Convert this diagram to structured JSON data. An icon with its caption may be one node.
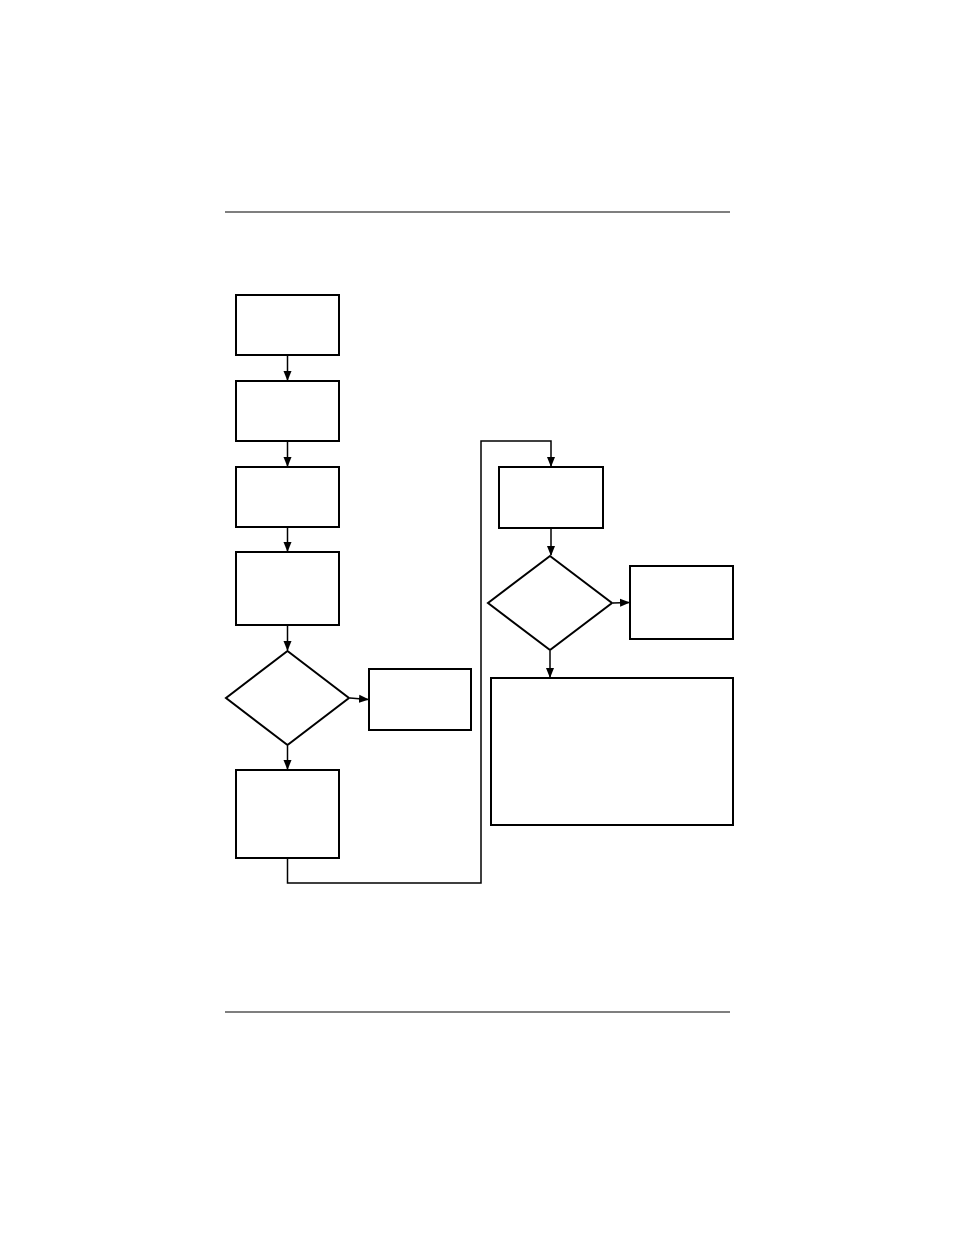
{
  "diagram": {
    "nodes": [
      {
        "text": [],
        "shape": "box"
      },
      {
        "text": [],
        "shape": "box"
      },
      {
        "text": [],
        "shape": "box"
      },
      {
        "text": [],
        "shape": "box"
      },
      {
        "text": [],
        "shape": "diamond"
      },
      {
        "text": [],
        "shape": "box"
      },
      {
        "text": [],
        "shape": "box"
      },
      {
        "text": [],
        "shape": "box"
      },
      {
        "text": [],
        "shape": "diamond"
      },
      {
        "text": [],
        "shape": "box"
      },
      {
        "text": [],
        "shape": "box"
      }
    ],
    "edges": [
      {
        "from": 0,
        "to": 1,
        "arrow": "to"
      },
      {
        "from": 1,
        "to": 2,
        "arrow": "to"
      },
      {
        "from": 2,
        "to": 3,
        "arrow": "to"
      },
      {
        "from": 3,
        "to": 4,
        "arrow": "to"
      },
      {
        "from": 4,
        "to": 5,
        "arrow": "to"
      },
      {
        "from": 4,
        "to": 6,
        "arrow": "to"
      },
      {
        "from": 6,
        "to": 7,
        "arrow": "to"
      },
      {
        "from": 7,
        "to": 8,
        "arrow": "to"
      },
      {
        "from": 8,
        "to": 9,
        "arrow": "to"
      },
      {
        "from": 8,
        "to": 10,
        "arrow": "to"
      }
    ]
  }
}
